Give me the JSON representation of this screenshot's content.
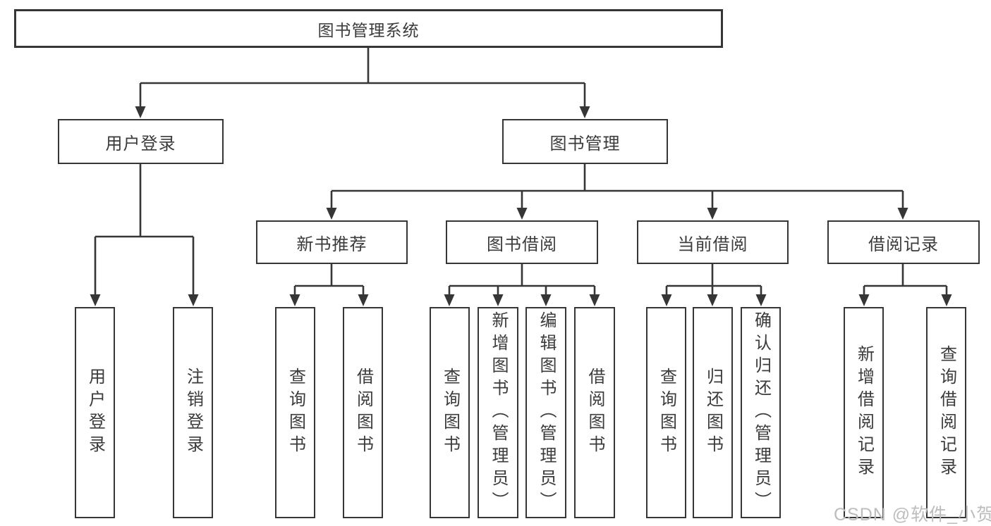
{
  "tree": {
    "label": "图书管理系统",
    "children": [
      {
        "label": "用户登录",
        "children": [
          {
            "label": "用户登录"
          },
          {
            "label": "注销登录"
          }
        ]
      },
      {
        "label": "图书管理",
        "children": [
          {
            "label": "新书推荐",
            "children": [
              {
                "label": "查询图书"
              },
              {
                "label": "借阅图书"
              }
            ]
          },
          {
            "label": "图书借阅",
            "children": [
              {
                "label": "查询图书"
              },
              {
                "label": "新增图书（管理员）"
              },
              {
                "label": "编辑图书（管理员）"
              },
              {
                "label": "借阅图书"
              }
            ]
          },
          {
            "label": "当前借阅",
            "children": [
              {
                "label": "查询图书"
              },
              {
                "label": "归还图书"
              },
              {
                "label": "确认归还（管理员）"
              }
            ]
          },
          {
            "label": "借阅记录",
            "children": [
              {
                "label": "新增借阅记录"
              },
              {
                "label": "查询借阅记录"
              }
            ]
          }
        ]
      }
    ]
  },
  "watermark": {
    "text": "CSDN @软件_小贺同学"
  },
  "colors": {
    "line": "#363636",
    "text": "#3b3b3b",
    "background": "#ffffff",
    "watermark": "#bdbdbd"
  }
}
